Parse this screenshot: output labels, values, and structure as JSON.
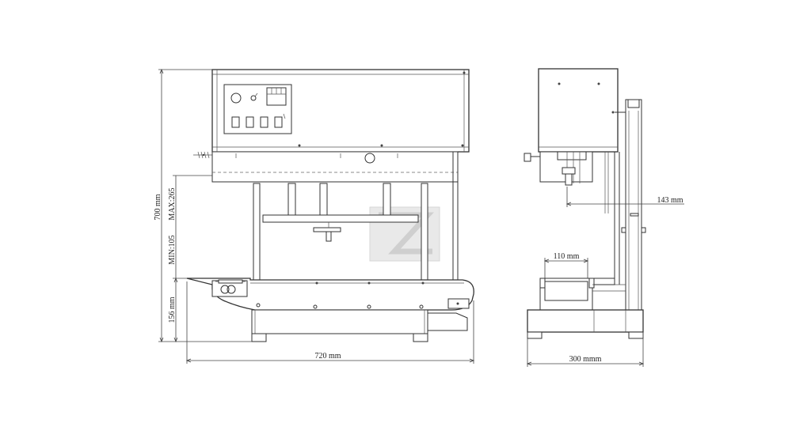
{
  "dimensions": {
    "total_height": "700 mm",
    "max_height": "MAX:265",
    "min_height": "MIN:105",
    "lower_height": "156 mm",
    "front_width": "720 mm",
    "side_width": "300 mmm",
    "side_offset": "143 mm",
    "tray_width": "110 mm"
  },
  "colors": {
    "line": "#333333",
    "background": "#ffffff",
    "watermark": "#e0e0e0"
  }
}
